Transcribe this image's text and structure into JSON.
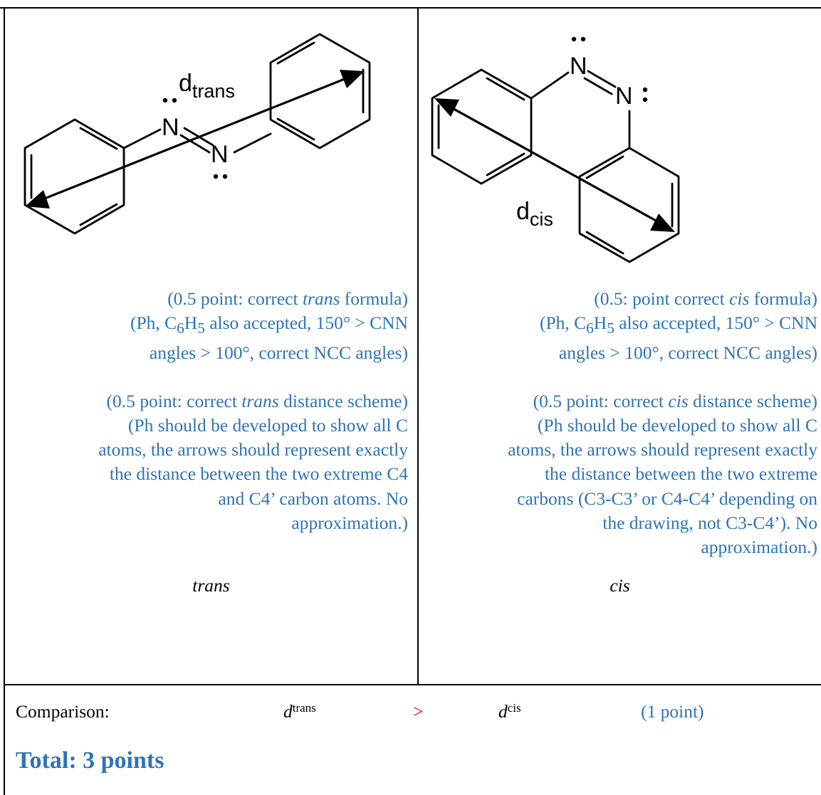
{
  "trans_panel": {
    "structure_labels": {
      "n_upper": "N",
      "n_lower": "N",
      "distance_main": "d",
      "distance_sub": "trans"
    },
    "formula_note": [
      "(0.5 point: correct ",
      "trans",
      " formula)",
      "(Ph, C",
      "6",
      "H",
      "5",
      " also accepted, 150° > CNN",
      "angles > 100°, correct NCC angles)"
    ],
    "distance_note": [
      "(0.5 point: correct ",
      "trans",
      " distance scheme)",
      "(Ph should be developed to show all C",
      "atoms, the arrows should represent exactly",
      "the distance between the two extreme C4",
      "and C4’ carbon atoms. No",
      "approximation.)"
    ],
    "caption": "trans"
  },
  "cis_panel": {
    "structure_labels": {
      "n_upper": "N",
      "n_right": "N",
      "distance_main": "d",
      "distance_sub": "cis"
    },
    "formula_note": [
      "(0.5: point correct ",
      "cis",
      " formula)",
      "(Ph, C",
      "6",
      "H",
      "5",
      " also accepted, 150° > CNN",
      "angles > 100°, correct NCC angles)"
    ],
    "distance_note": [
      "(0.5 point: correct ",
      "cis",
      " distance scheme)",
      "(Ph should be developed to show all C",
      "atoms, the arrows should represent exactly",
      "the distance between the two extreme",
      "carbons (C3-C3’ or C4-C4’ depending on",
      "the drawing, not C3-C4’). No",
      "approximation.)"
    ],
    "caption": "cis"
  },
  "comparison": {
    "label": "Comparison:",
    "left_main": "d",
    "left_sub": "trans",
    "operator": ">",
    "right_main": "d",
    "right_sub": "cis",
    "points": "(1 point)"
  },
  "total": "Total: 3 points",
  "colors": {
    "note": "#2e74b5",
    "operator": "#ff0000",
    "rule": "#000000"
  }
}
